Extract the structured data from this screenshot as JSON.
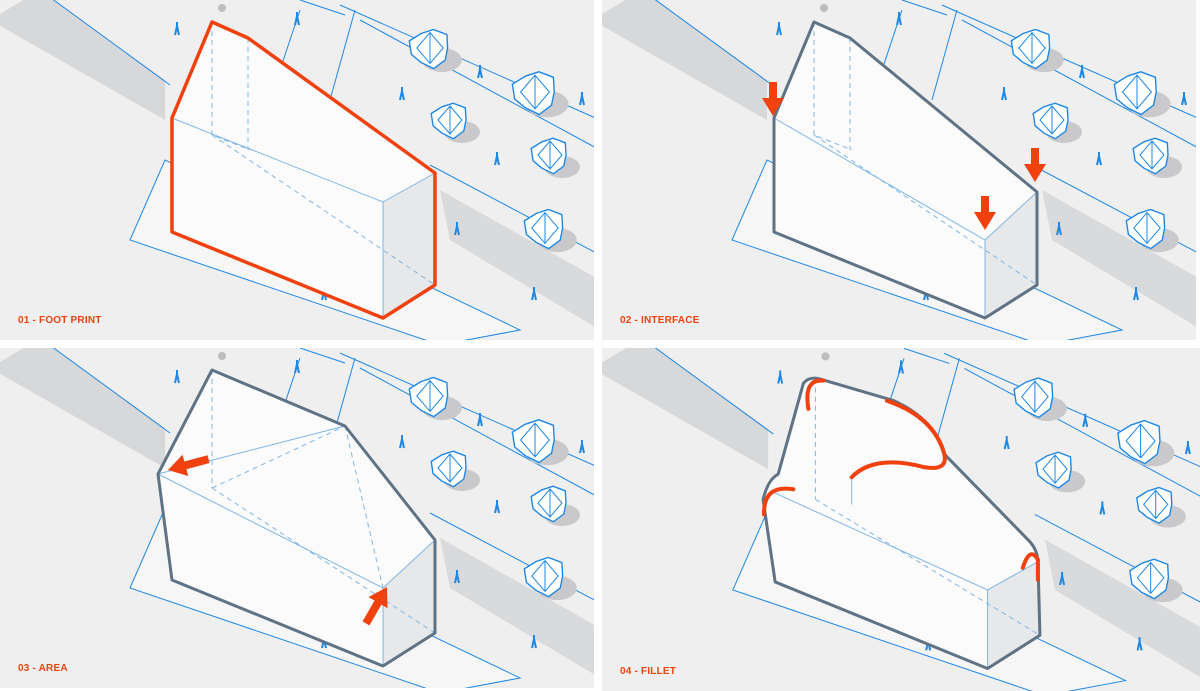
{
  "colors": {
    "background": "#efeff0",
    "site_line": "#1e88e5",
    "massing_outline": "#5f7385",
    "accent": "#f0410f",
    "caption": "#e8440f",
    "shadow": "#c9c9cb"
  },
  "panels": [
    {
      "step": "01 - FOOT PRINT",
      "highlight": "footprint-outline",
      "icon": "outline-icon"
    },
    {
      "step": "02 - INTERFACE",
      "highlight": "down-arrows",
      "icon": "arrow-down-icon"
    },
    {
      "step": "03 - AREA",
      "highlight": "diagonal-arrows",
      "icon": "arrow-left-icon"
    },
    {
      "step": "04 - FILLET",
      "highlight": "fillet-curves",
      "icon": "curve-icon"
    }
  ]
}
